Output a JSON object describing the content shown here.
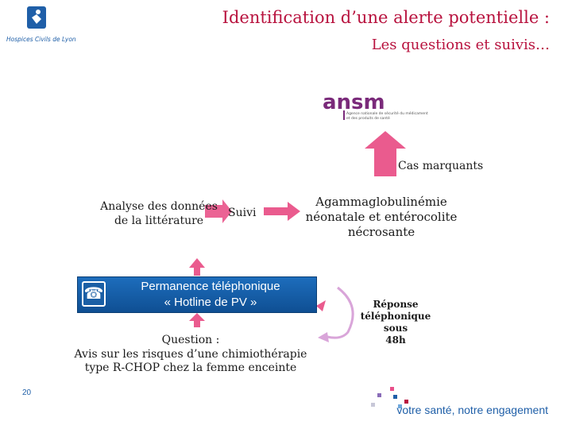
{
  "logo": {
    "org_name": "Hospices Civils de Lyon"
  },
  "title": {
    "line1": "Identification d’une alerte potentielle :",
    "line2": "Les questions et suivis…"
  },
  "ansm": {
    "wordmark": "ansm",
    "subtitle_line1": "Agence nationale de sécurité du médicament",
    "subtitle_line2": "et des produits de santé"
  },
  "cas_marquants": "Cas marquants",
  "analyse": {
    "line1": "Analyse des données",
    "line2": "de la littérature"
  },
  "suivi": "Suivi",
  "result": {
    "line1": "Agammaglobulinémie",
    "line2": "néonatale et entérocolite",
    "line3": "nécrosante"
  },
  "hotline": {
    "line1": "Permanence téléphonique",
    "line2": "« Hotline de PV »"
  },
  "reponse": {
    "line1": "Réponse",
    "line2": "téléphonique sous",
    "line3": "48h"
  },
  "question": {
    "line1": "Question :",
    "line2": "Avis sur les risques d’une chimiothérapie",
    "line3": "type R-CHOP chez la femme enceinte"
  },
  "page_number": "20",
  "footer": {
    "slogan": "votre santé, notre engagement"
  },
  "colors": {
    "accent": "#b8123e",
    "arrow": "#ea5b8e",
    "hotline": "#1d6dbc",
    "brand_blue": "#1f5fa8"
  },
  "icons": {
    "phone": "☎"
  }
}
